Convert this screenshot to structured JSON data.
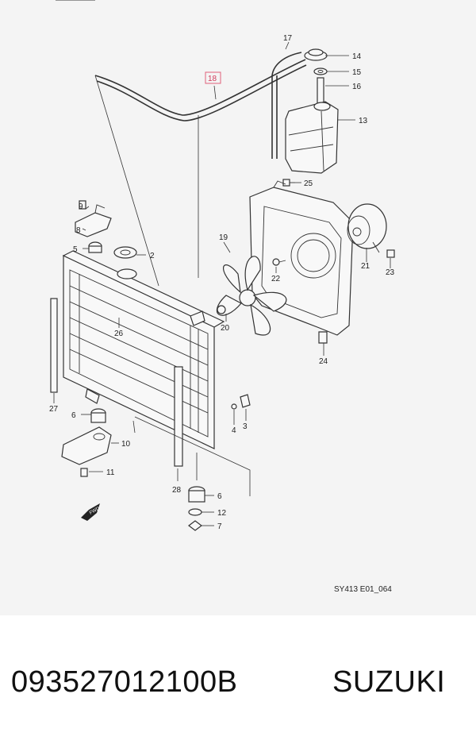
{
  "diagram": {
    "drawing_code": "SY413 E01_064",
    "highlighted_callout": "18",
    "highlight_color": "#e0607a",
    "callouts": {
      "c2": "2",
      "c3": "3",
      "c4": "4",
      "c5": "5",
      "c6a": "6",
      "c6b": "6",
      "c7": "7",
      "c8": "8",
      "c9": "9",
      "c10": "10",
      "c11": "11",
      "c12": "12",
      "c13": "13",
      "c14": "14",
      "c15": "15",
      "c16": "16",
      "c17": "17",
      "c18": "18",
      "c19": "19",
      "c20": "20",
      "c21": "21",
      "c22": "22",
      "c23": "23",
      "c24": "24",
      "c25": "25",
      "c26": "26",
      "c27": "27",
      "c28": "28"
    },
    "fwd_label": "FWD"
  },
  "footer": {
    "part_number": "093527012100B",
    "brand": "SUZUKI"
  }
}
